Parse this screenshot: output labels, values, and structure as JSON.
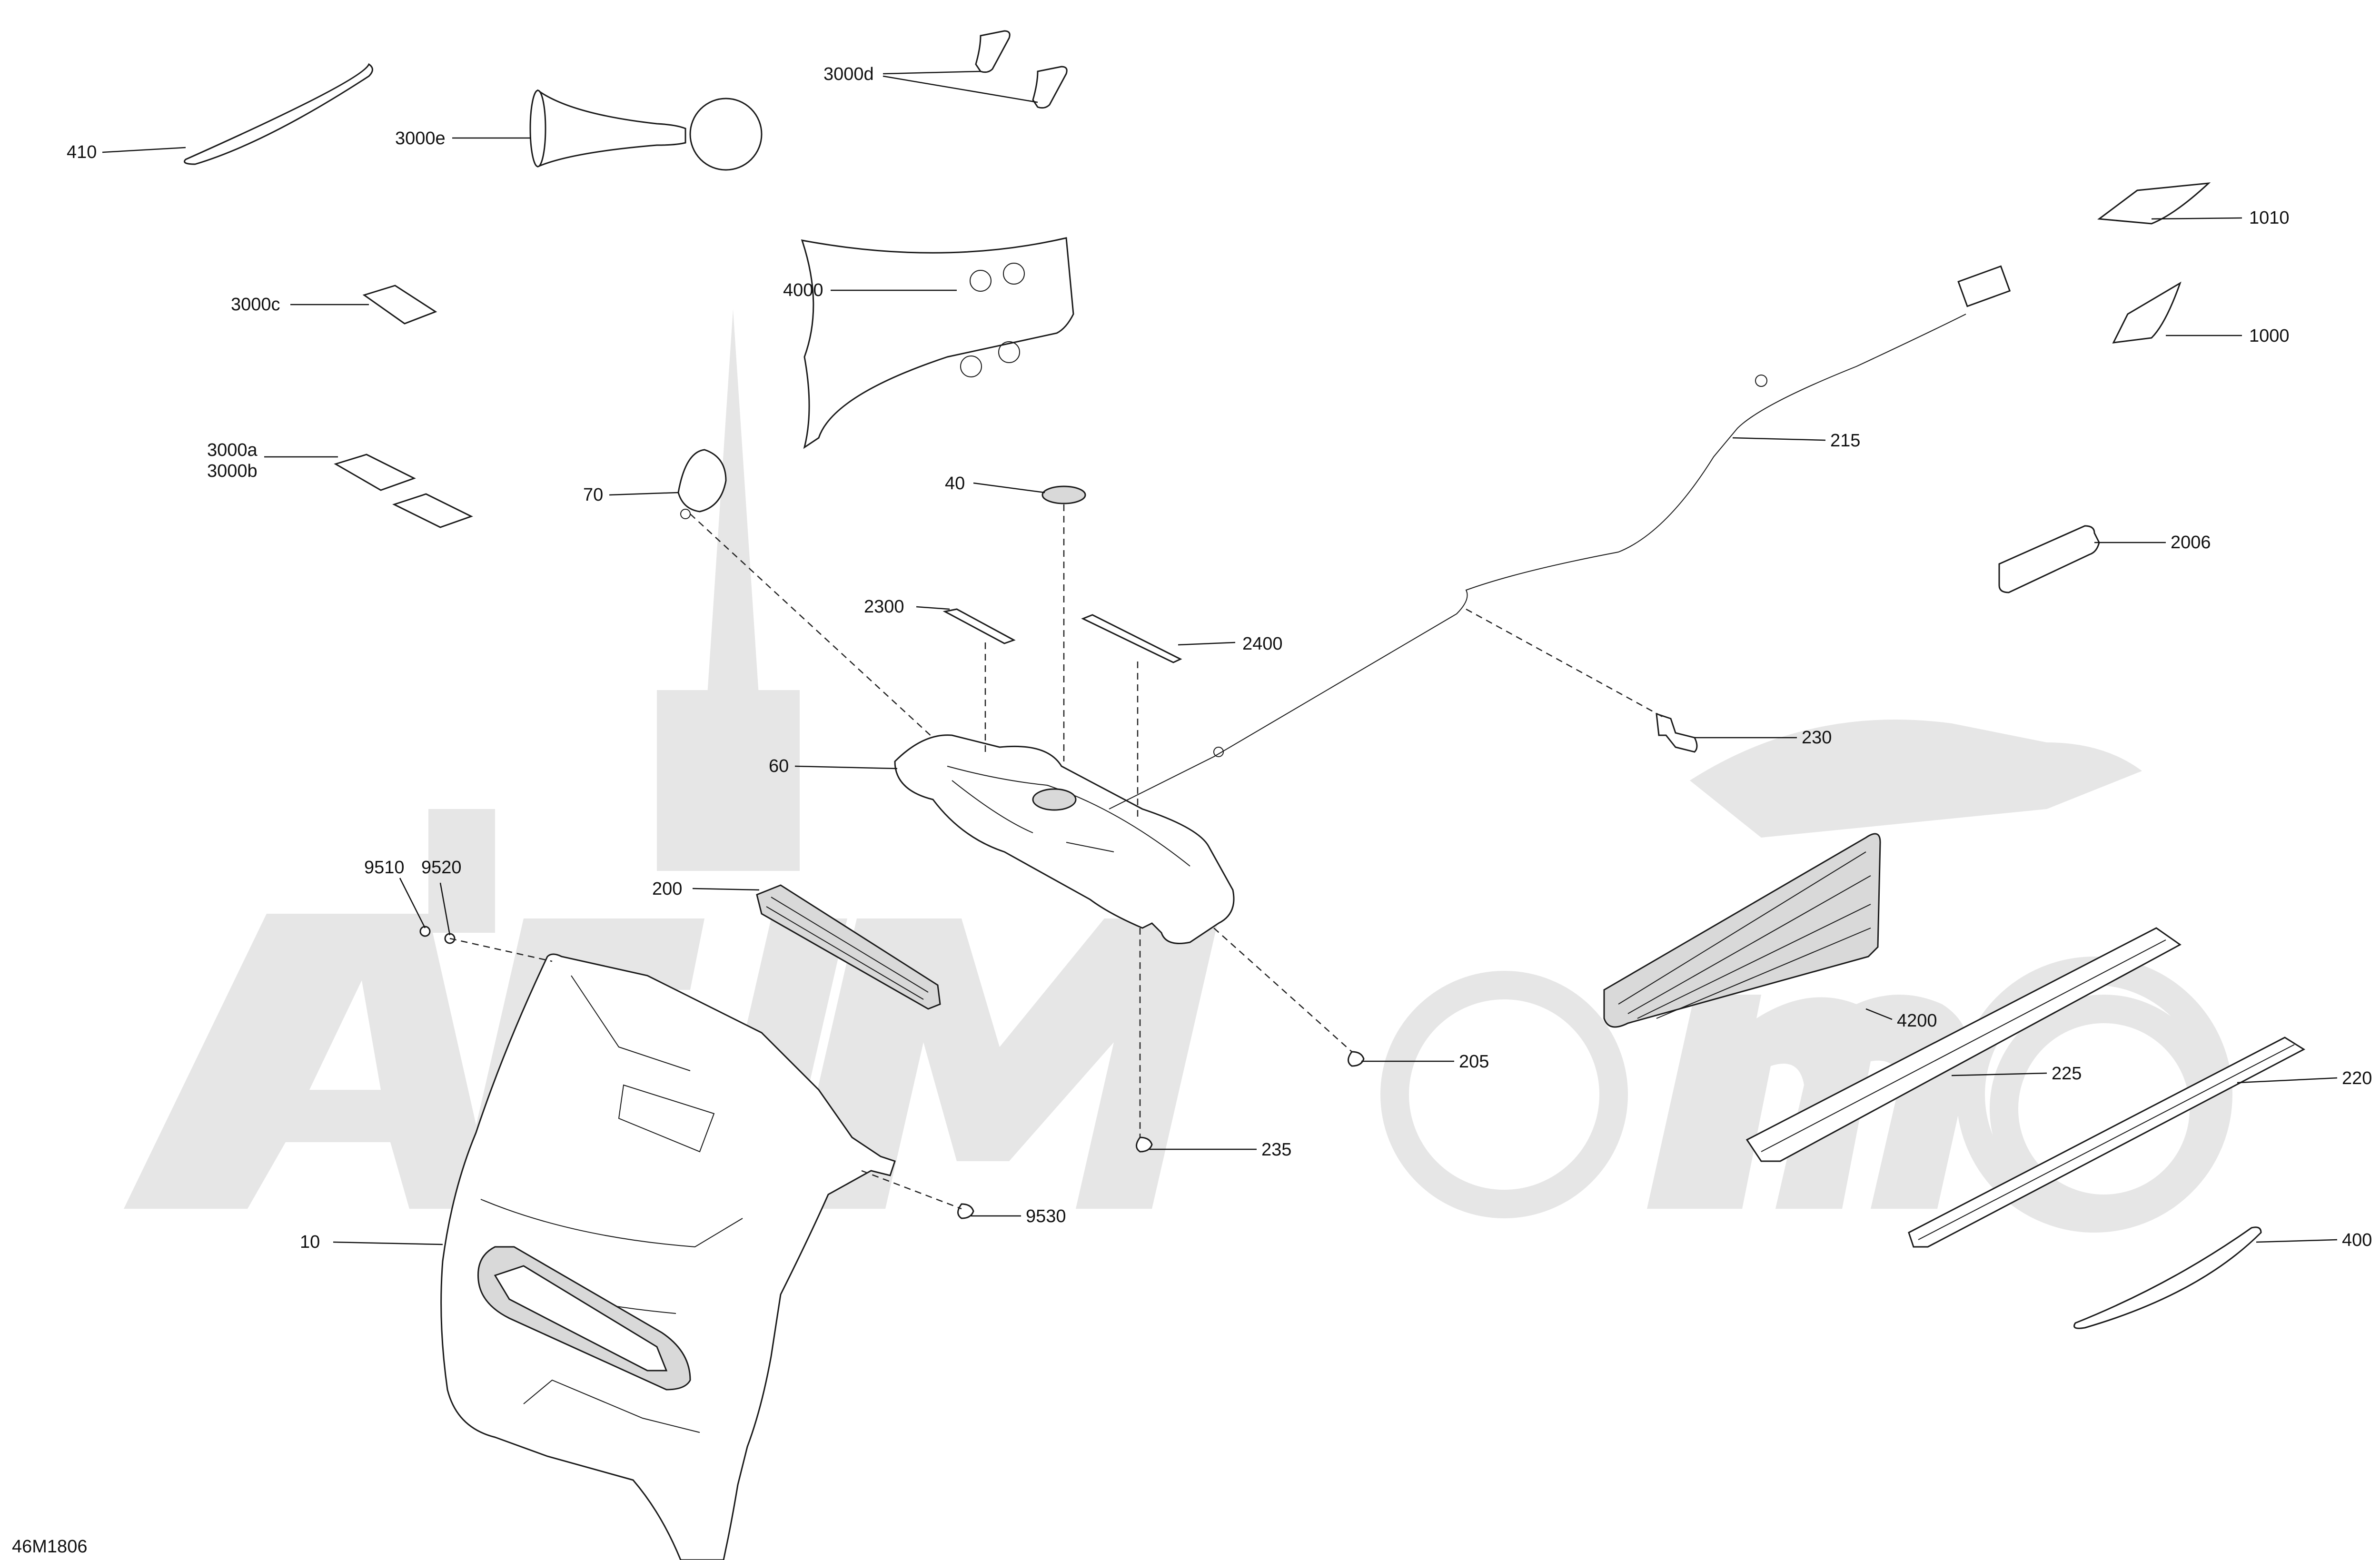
{
  "diagram_code": "46M1806",
  "watermark_text": "AGIMotors",
  "callouts": {
    "c410": "410",
    "c3000e": "3000e",
    "c3000d": "3000d",
    "c3000c": "3000c",
    "c3000a": "3000a",
    "c3000b": "3000b",
    "c4000": "4000",
    "c70": "70",
    "c40": "40",
    "c2300": "2300",
    "c2400": "2400",
    "c60": "60",
    "c200": "200",
    "c9510": "9510",
    "c9520": "9520",
    "c10": "10",
    "c9530": "9530",
    "c205": "205",
    "c235": "235",
    "c215": "215",
    "c230": "230",
    "c1010": "1010",
    "c1000": "1000",
    "c2006": "2006",
    "c4200": "4200",
    "c225": "225",
    "c220": "220",
    "c400": "400"
  },
  "colors": {
    "line": "#111111",
    "watermark": "#e6e6e6",
    "background": "#ffffff"
  }
}
